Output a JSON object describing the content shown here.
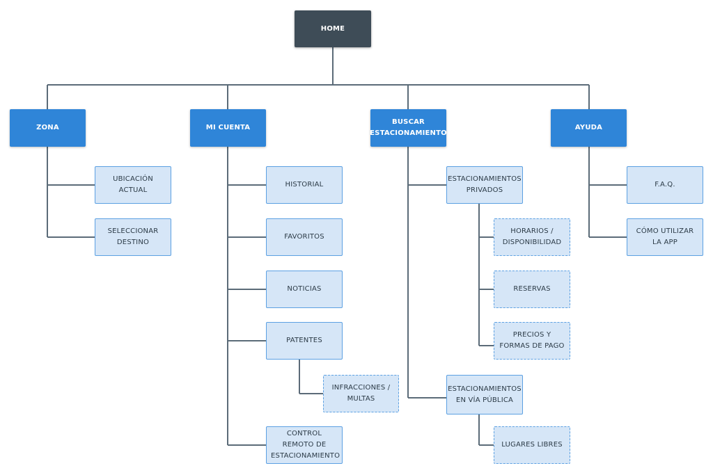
{
  "home": "HOME",
  "sections": {
    "zona": {
      "label": "ZONA",
      "children": [
        "UBICACIÓN ACTUAL",
        "SELECCIONAR DESTINO"
      ]
    },
    "mi_cuenta": {
      "label": "MI CUENTA",
      "children": [
        "HISTORIAL",
        "FAVORITOS",
        "NOTICIAS",
        "PATENTES",
        "CONTROL REMOTO DE ESTACIONAMIENTO"
      ],
      "patentes_children": [
        "INFRACCIONES / MULTAS"
      ]
    },
    "buscar": {
      "label": "BUSCAR ESTACIONAMIENTO",
      "children": [
        "ESTACIONAMIENTOS PRIVADOS",
        "ESTACIONAMIENTOS EN VÍA PÚBLICA"
      ],
      "privados_children": [
        "HORARIOS / DISPONIBILIDAD",
        "RESERVAS",
        "PRECIOS Y FORMAS DE PAGO"
      ],
      "via_publica_children": [
        "LUGARES LIBRES"
      ]
    },
    "ayuda": {
      "label": "AYUDA",
      "children": [
        "F.A.Q.",
        "CÓMO UTILIZAR LA APP"
      ]
    }
  },
  "colors": {
    "home": "#3e4c57",
    "primary": "#2f85d8",
    "secondary_fill": "#d6e6f7",
    "secondary_border": "#5ba0e2",
    "connector": "#5b6b78"
  }
}
